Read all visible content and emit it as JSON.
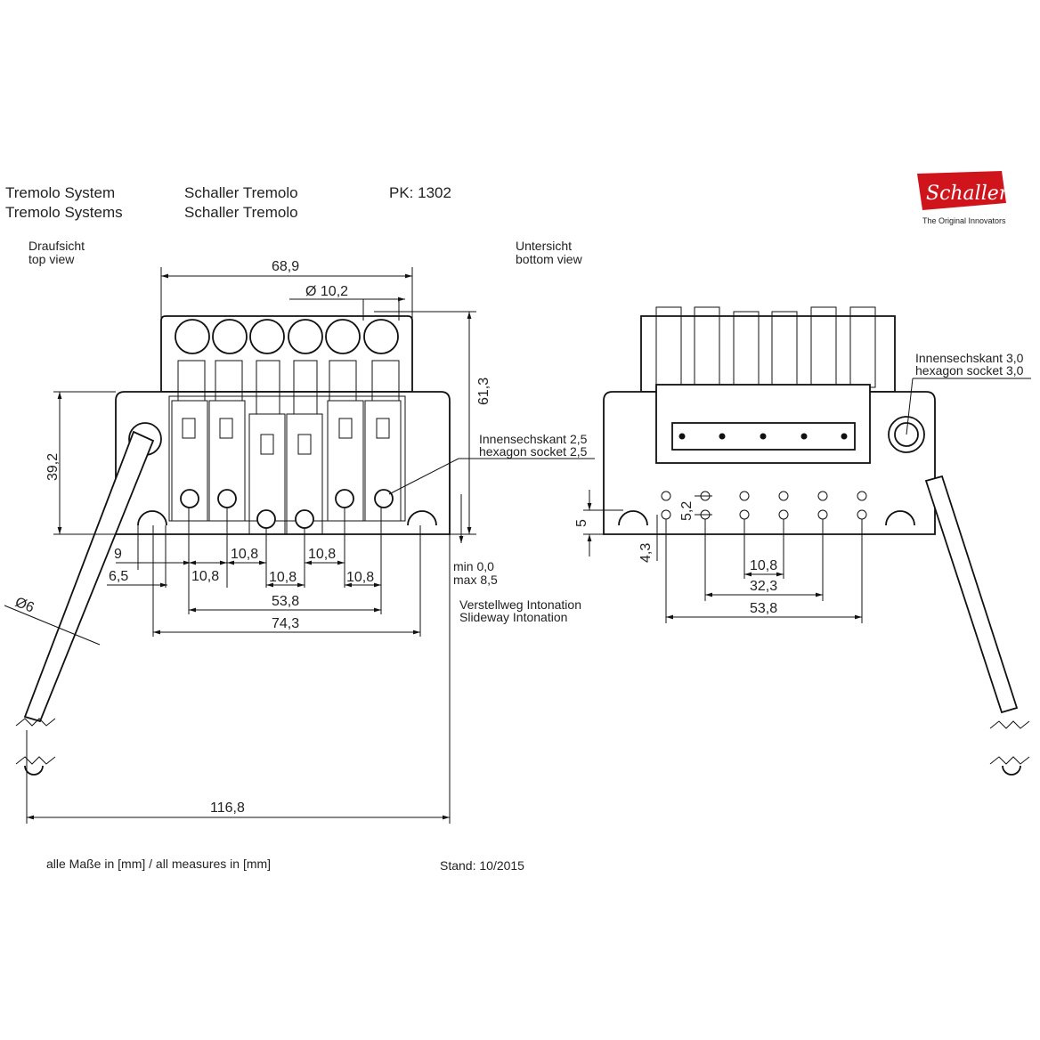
{
  "header": {
    "title_de": "Tremolo System",
    "title_en": "Tremolo Systems",
    "product_de": "Schaller Tremolo",
    "product_en": "Schaller Tremolo",
    "part_no": "PK: 1302"
  },
  "logo": {
    "brand": "Schaller",
    "tagline": "The Original Innovators",
    "color": "#d0141c"
  },
  "top_view": {
    "label_de": "Draufsicht",
    "label_en": "top view",
    "dims": {
      "width": "68,9",
      "roller_dia": "Ø 10,2",
      "height": "61,3",
      "base_height": "39,2",
      "d9": "9",
      "d6_5": "6,5",
      "spacing1": "10,8",
      "spacing2": "10,8",
      "spacing3": "10,8",
      "spacing4": "10,8",
      "spacing5": "10,8",
      "span": "53,8",
      "mount": "74,3",
      "arm_dia": "Ø6",
      "arm_length": "116,8"
    },
    "hex_de": "Innensechskant  2,5",
    "hex_en": "hexagon socket 2,5",
    "min": "min 0,0",
    "max": "max 8,5",
    "slide_de": "Verstellweg Intonation",
    "slide_en": "Slideway Intonation"
  },
  "bottom_view": {
    "label_de": "Untersicht",
    "label_en": "bottom view",
    "hex_de": "Innensechskant  3,0",
    "hex_en": "hexagon socket 3,0",
    "dims": {
      "d5": "5",
      "d5_2": "5,2",
      "d4_3": "4,3",
      "spacing": "10,8",
      "inner": "32,3",
      "span": "53,8"
    }
  },
  "footer": {
    "units": "alle Maße in [mm] / all measures in [mm]",
    "date": "Stand: 10/2015"
  }
}
